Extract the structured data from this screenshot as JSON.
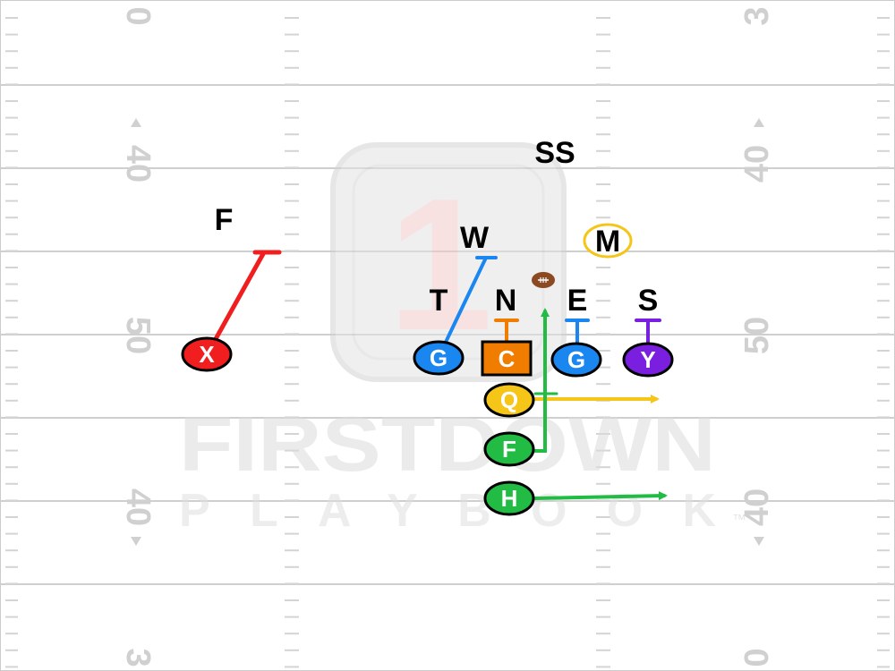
{
  "field": {
    "yard_numbers_left": [
      "0",
      "40",
      "50",
      "40",
      "3"
    ],
    "yard_numbers_right": [
      "3",
      "40",
      "50",
      "40",
      "0"
    ]
  },
  "watermark": {
    "logo_digit": "1",
    "line1": "FIRSTDOWN",
    "line2": "PLAYBOOK",
    "trademark": "™"
  },
  "defense": {
    "ss": "SS",
    "f": "F",
    "w": "W",
    "m": "M",
    "t": "T",
    "n": "N",
    "e": "E",
    "s": "S"
  },
  "offense": {
    "x": "X",
    "g_left": "G",
    "c": "C",
    "g_right": "G",
    "y": "Y",
    "q": "Q",
    "f": "F",
    "h": "H"
  },
  "colors": {
    "red": "#f01e1e",
    "blue": "#1a86f0",
    "orange": "#f07d00",
    "yellow": "#f5c518",
    "purple": "#7a1fe0",
    "green": "#22bb44",
    "football": "#8b4a22"
  }
}
